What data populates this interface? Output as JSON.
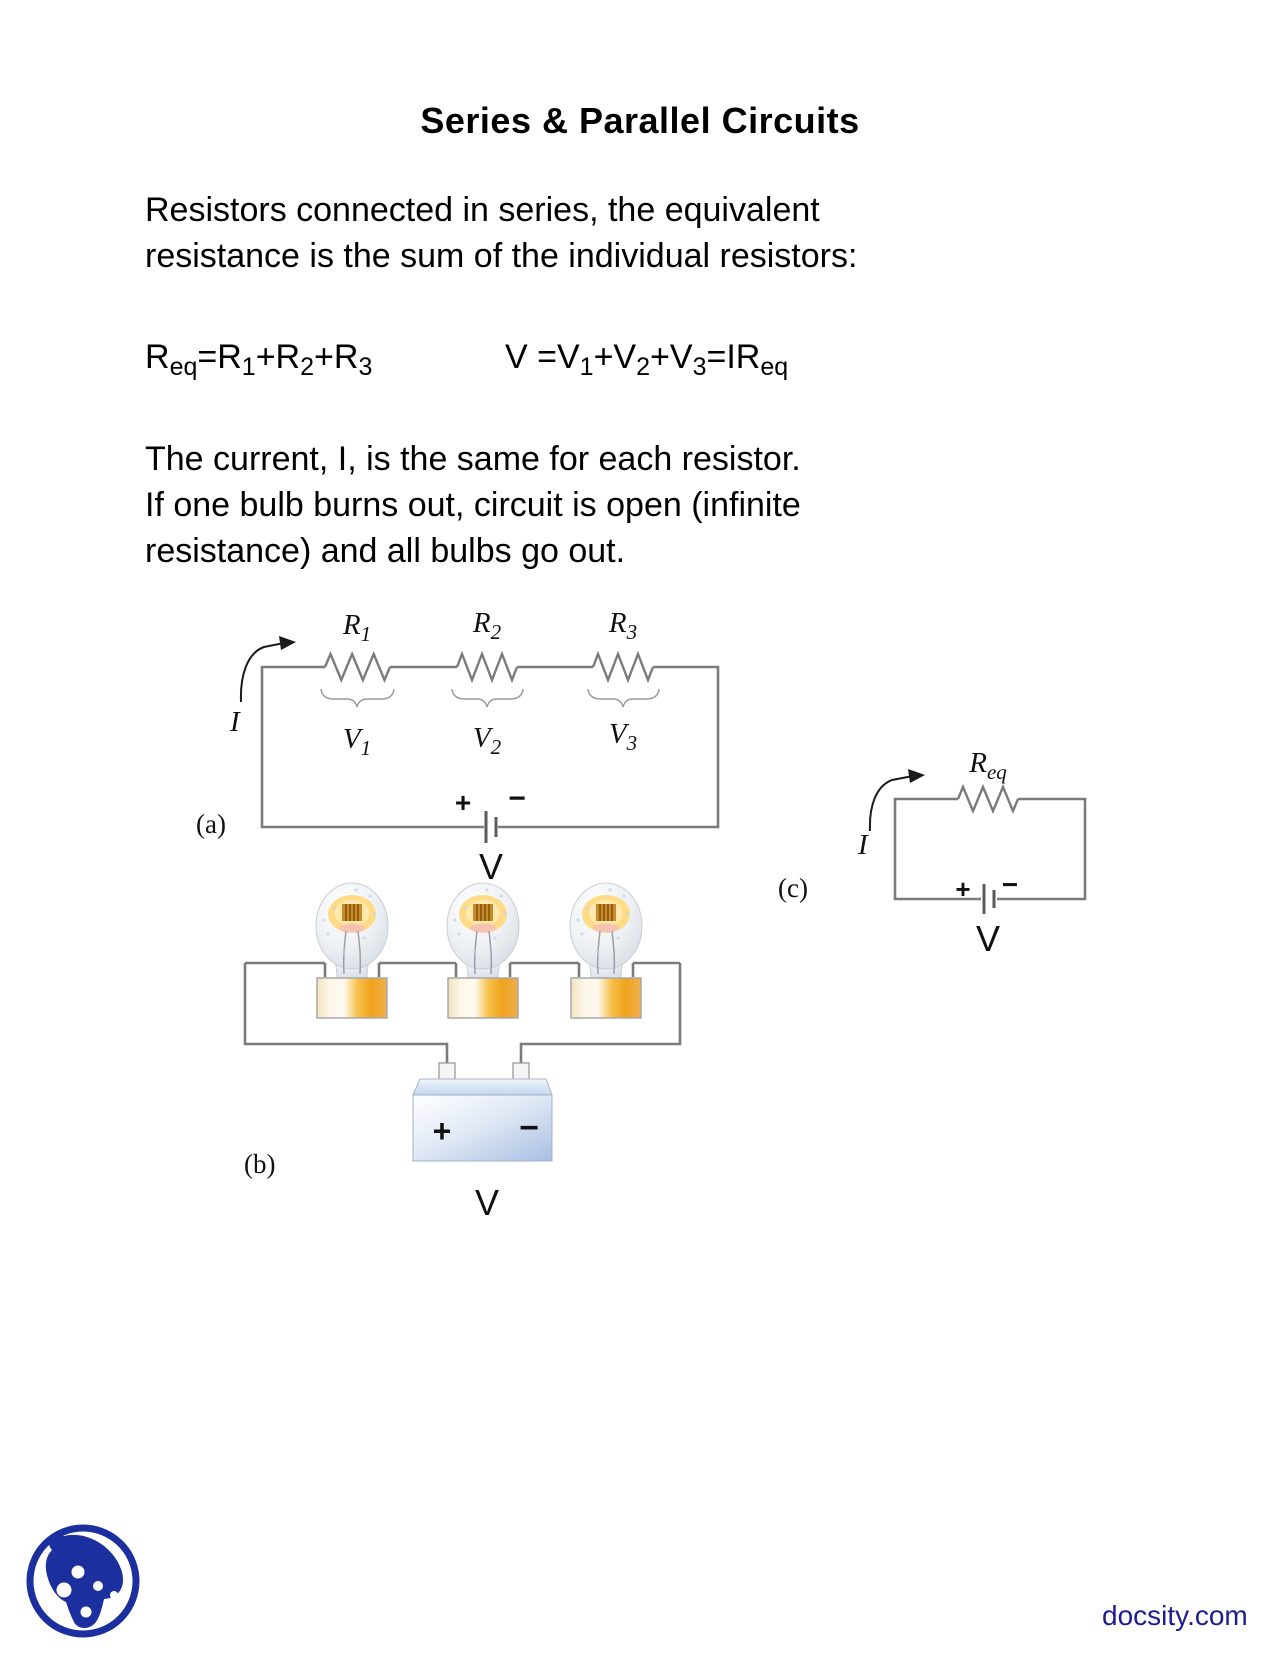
{
  "title": "Series & Parallel Circuits",
  "intro": {
    "line1": "Resistors connected in series, the equivalent",
    "line2": "resistance is the sum of the individual resistors:"
  },
  "equations": {
    "req": {
      "t1": "R",
      "s1": "eq",
      "t2": "=R",
      "s2": "1",
      "t3": "+R",
      "s3": "2",
      "t4": "+R",
      "s4": "3"
    },
    "v": {
      "t1": "V =V",
      "s1": "1",
      "t2": "+V",
      "s2": "2",
      "t3": "+V",
      "s3": "3",
      "t4": "=IR",
      "s4": "eq"
    }
  },
  "body": {
    "line1": "The current, I, is the same for each resistor.",
    "line2": "If one bulb burns out, circuit is open (infinite",
    "line3": "resistance) and all bulbs go out."
  },
  "circuit_a": {
    "label": "(a)",
    "current": "I",
    "r1": {
      "t": "R",
      "s": "1"
    },
    "r2": {
      "t": "R",
      "s": "2"
    },
    "r3": {
      "t": "R",
      "s": "3"
    },
    "v1": {
      "t": "V",
      "s": "1"
    },
    "v2": {
      "t": "V",
      "s": "2"
    },
    "v3": {
      "t": "V",
      "s": "3"
    },
    "plus": "+",
    "minus": "−",
    "battery_v": "V"
  },
  "circuit_b": {
    "label": "(b)",
    "plus": "+",
    "minus": "−",
    "battery_v": "V"
  },
  "circuit_c": {
    "label": "(c)",
    "current": "I",
    "req": {
      "t": "R",
      "s": "eq"
    },
    "plus": "+",
    "minus": "−",
    "battery_v": "V"
  },
  "footer": {
    "brand": "docsity.com",
    "logo": "docsity-logo"
  },
  "colors": {
    "wire_gray": "#7b7b7b",
    "text_black": "#000000",
    "brand_navy": "#1b2f9e",
    "bulb_base_orange": "#f0a21c",
    "bulb_glow_yellow": "#ffd980",
    "battery_blue": "#aec4e4"
  }
}
